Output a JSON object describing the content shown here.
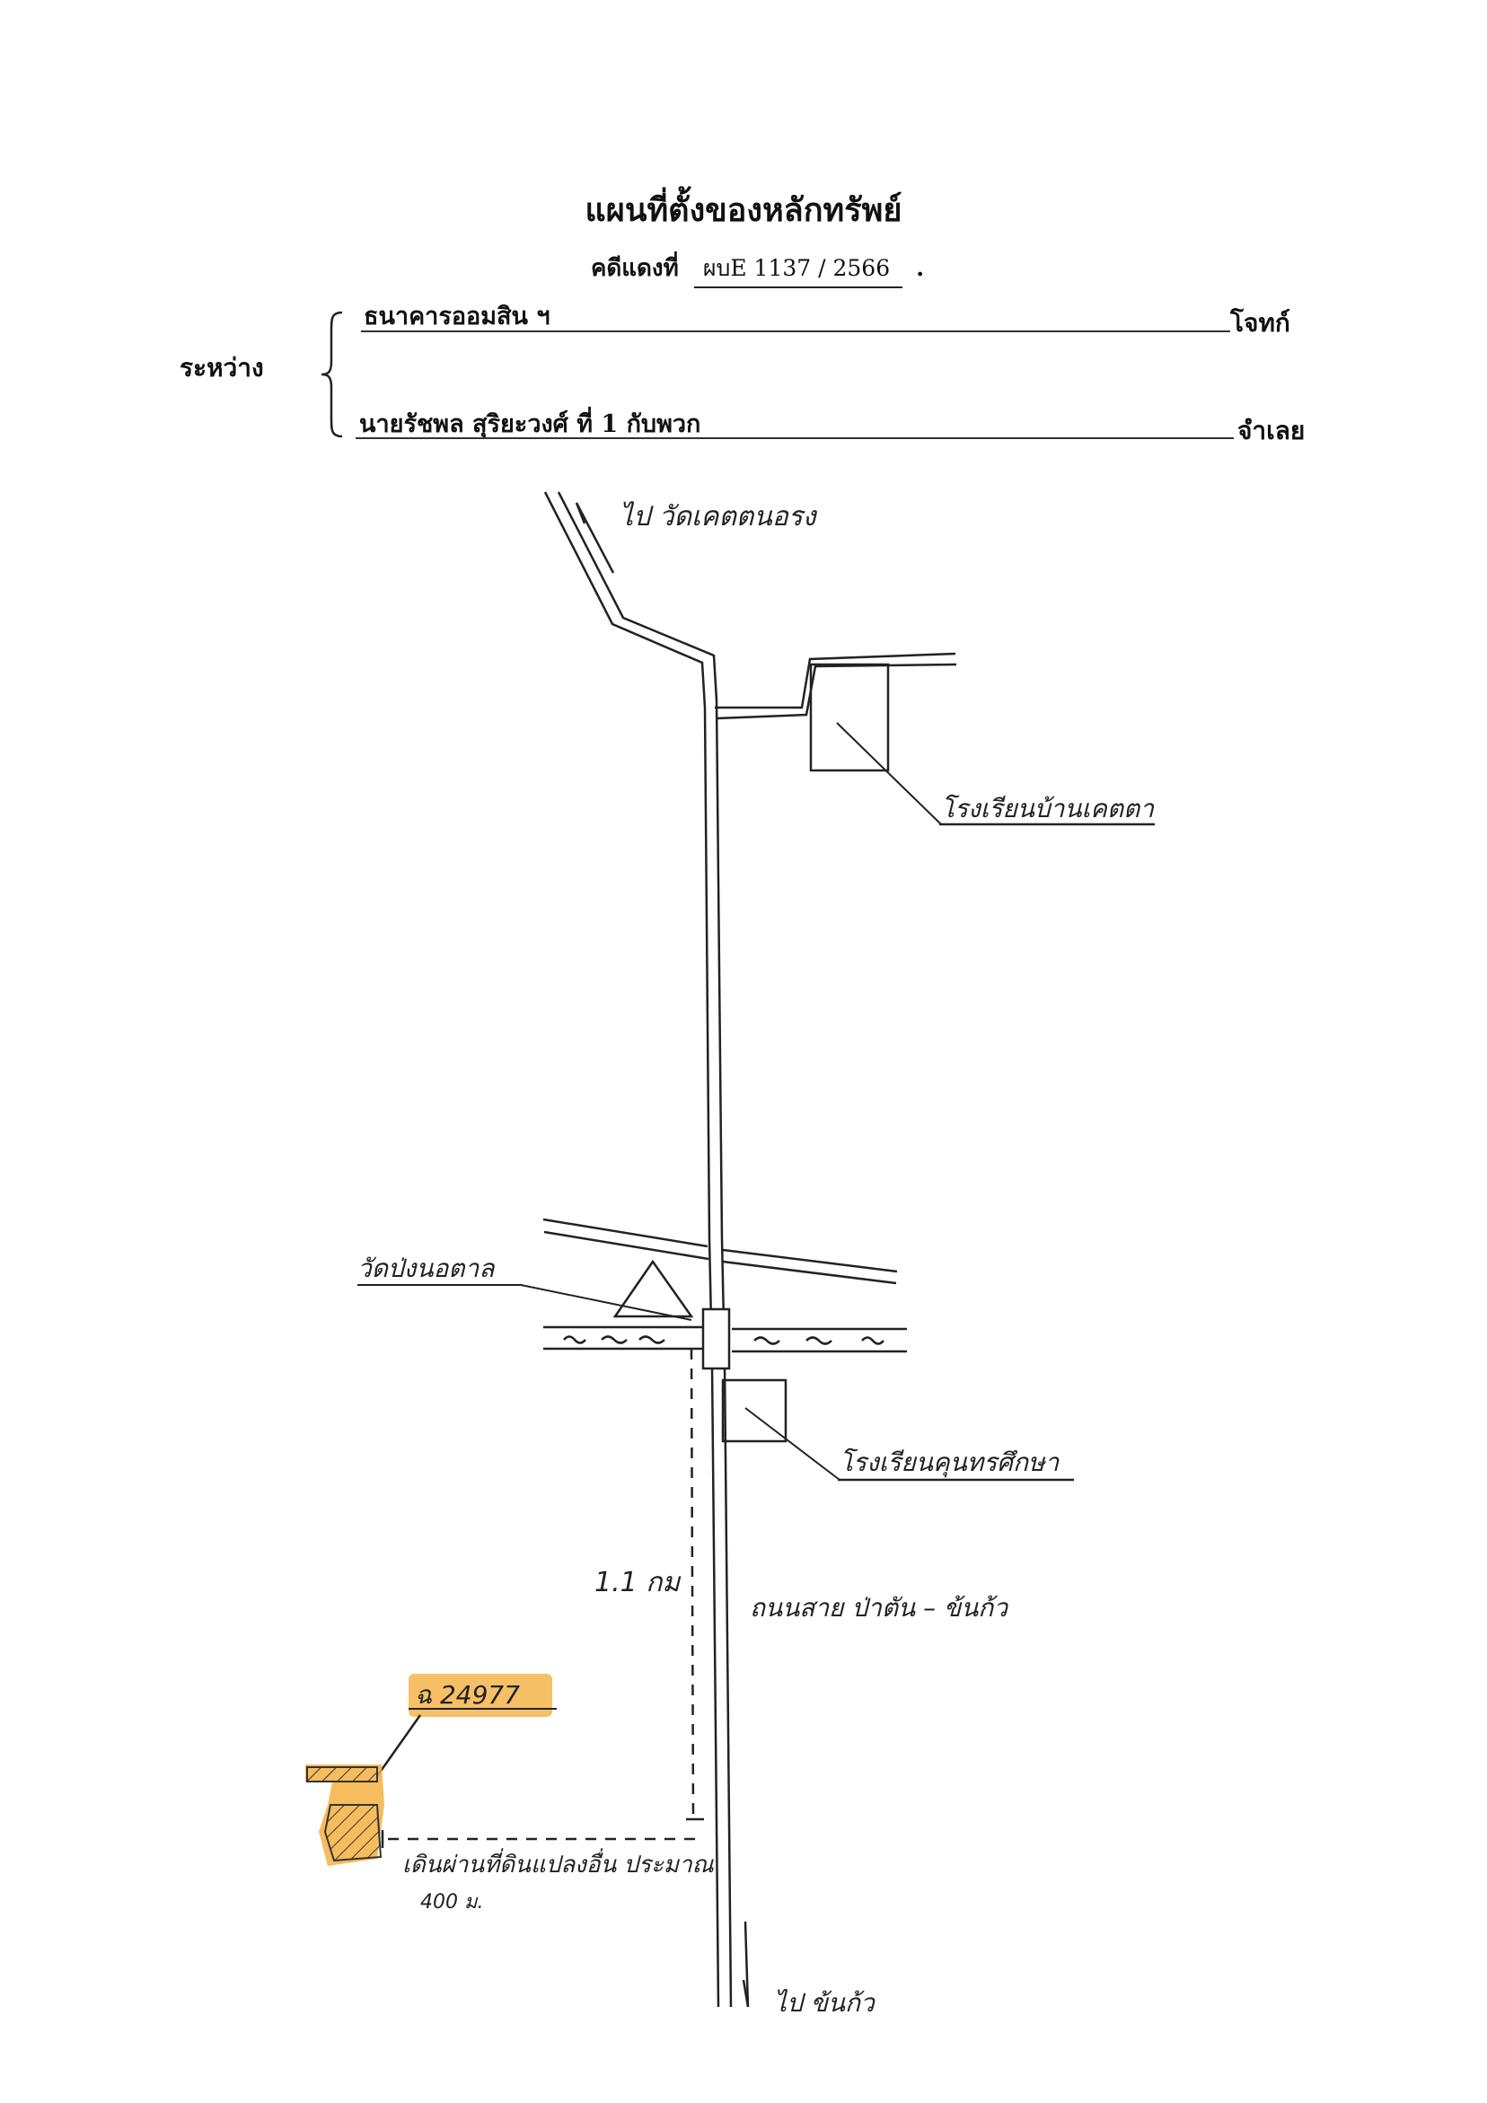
{
  "document": {
    "title": "แผนที่ตั้งของหลักทรัพย์",
    "case_label": "คดีแดงที่",
    "case_number": "ผบE 1137 / 2566",
    "case_suffix": ".",
    "between_label": "ระหว่าง",
    "plaintiff": {
      "name": "ธนาคารออมสิน ฯ",
      "role": "โจทก์"
    },
    "defendant": {
      "name": "นายรัชพล  สุริยะวงศ์   ที่ 1 กับพวก",
      "role": "จำเลย"
    }
  },
  "map": {
    "road_north_label": "ไป วัดเคตตนอรง",
    "school_1_label": "โรงเรียนบ้านเคตตา",
    "temple_label": "วัดป่งนอตาล",
    "school_2_label": "โรงเรียนคุนทรศึกษา",
    "distance_label": "1.1 กม",
    "road_name_label": "ถนนสาย ป่าตัน – ข้นก้ว",
    "property_label": "ฉ 24977",
    "walk_label": "เดินผ่านที่ดินแปลงอื่น ประมาณ",
    "walk_distance": "400 ม.",
    "road_south_label": "ไป ข้นก้ว",
    "highlight_color": "#f5b041"
  }
}
